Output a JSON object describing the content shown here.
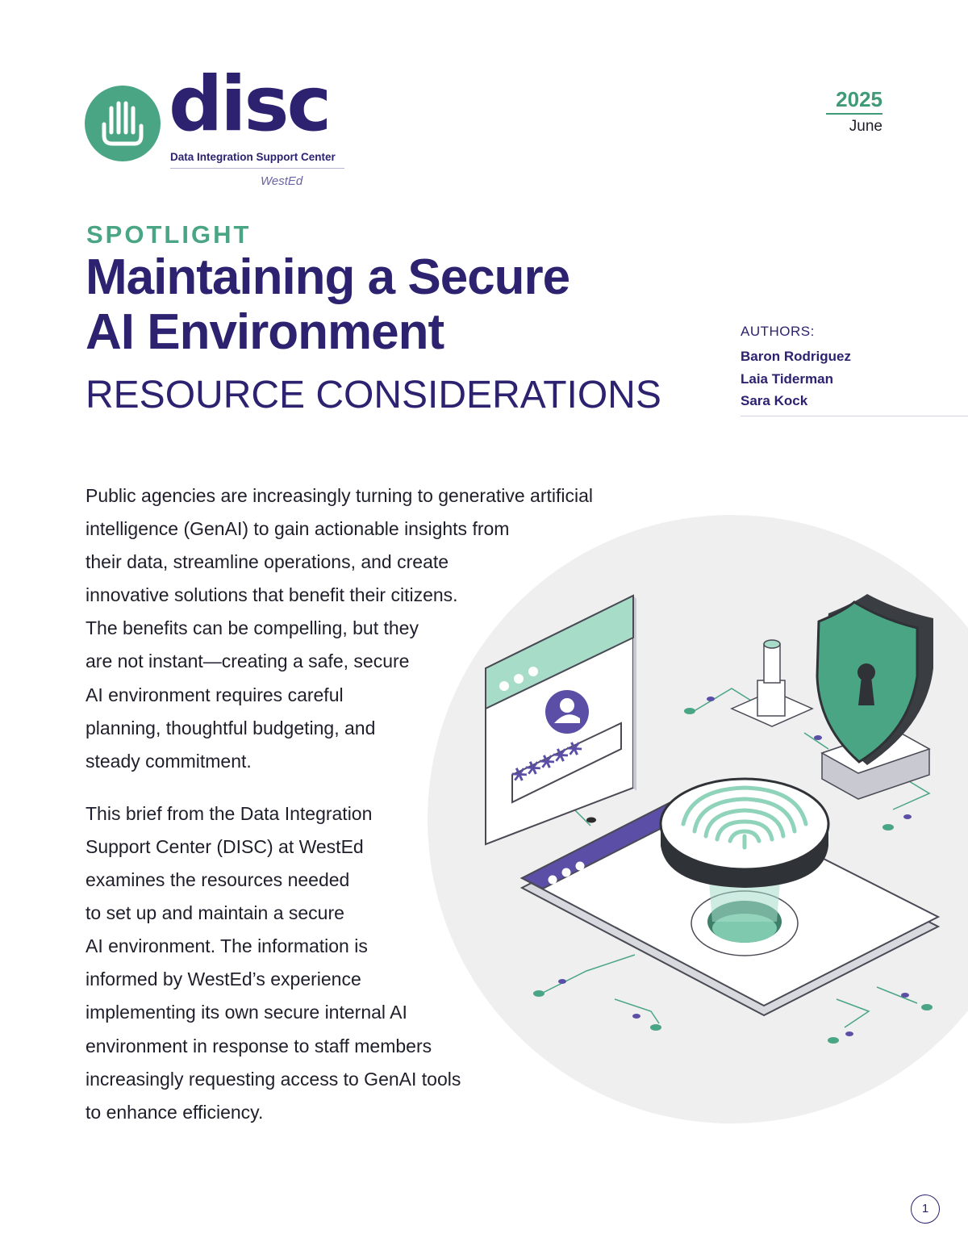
{
  "logo": {
    "wordmark": "disc",
    "tagline": "Data Integration Support Center",
    "partner": "WestEd"
  },
  "date": {
    "year": "2025",
    "month": "June"
  },
  "eyebrow": "SPOTLIGHT",
  "title": {
    "line1": "Maintaining a Secure",
    "line2": "AI Environment"
  },
  "subtitle": "RESOURCE CONSIDERATIONS",
  "authors": {
    "label": "AUTHORS:",
    "names": [
      "Baron Rodriguez",
      "Laia Tiderman",
      "Sara Kock"
    ]
  },
  "illustration": {
    "password_mask": "*****"
  },
  "body": {
    "para1": [
      "Public agencies are increasingly turning to generative artificial",
      "intelligence (GenAI) to gain actionable insights from",
      "their data, streamline operations, and create",
      "innovative solutions that benefit their citizens.",
      "The benefits can be compelling, but they",
      "are not instant—creating a safe, secure",
      "AI environment requires careful",
      "planning, thoughtful budgeting, and",
      "steady commitment."
    ],
    "para2": [
      "This brief from the Data Integration",
      "Support Center (DISC) at WestEd",
      "examines the resources needed",
      "to set up and maintain a secure",
      "AI environment. The information is",
      "informed by WestEd’s experience",
      "implementing its own secure internal AI",
      "environment in response to staff members",
      "increasingly requesting access to GenAI tools",
      "to enhance efficiency."
    ]
  },
  "page_number": "1",
  "colors": {
    "brand_purple": "#2c2270",
    "brand_green": "#4aa585",
    "accent_purple": "#5a4ea6"
  }
}
